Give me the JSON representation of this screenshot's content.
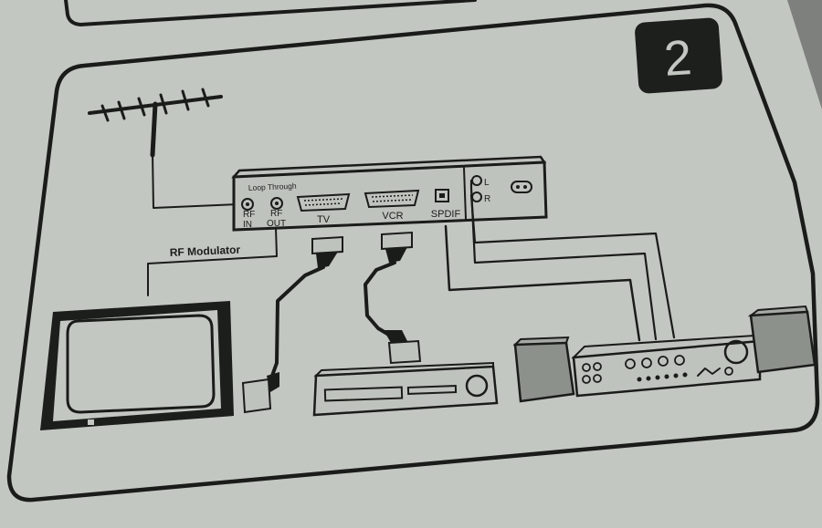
{
  "step": {
    "number": "2"
  },
  "receiver": {
    "loop_through": "Loop Through",
    "rf_in": [
      "RF",
      "IN"
    ],
    "rf_out": [
      "RF",
      "OUT"
    ],
    "tv": "TV",
    "vcr": "VCR",
    "spdif": "SPDIF",
    "audio_left": "L",
    "audio_right": "R"
  },
  "connections": {
    "rf_modulator": "RF Modulator"
  },
  "colors": {
    "paper": "#c3c7c1",
    "ink": "#1a1c1a",
    "device_fill": "#bfc3bd",
    "speaker_fill": "#8d918b"
  }
}
